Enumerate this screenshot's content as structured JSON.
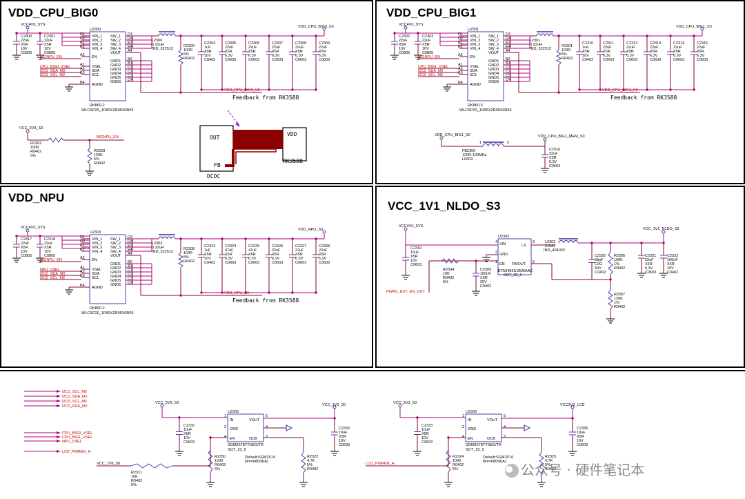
{
  "panels": {
    "big0": {
      "title": "VDD_CPU_BIG0",
      "supply": "VCC4V0_SYS",
      "caps_in": [
        {
          "ref": "C2300",
          "val": "22uF",
          "d": "X5R",
          "v": "10V",
          "p": "C0805"
        },
        {
          "ref": "C2301",
          "val": "22uF",
          "d": "X5R",
          "v": "10V",
          "p": "C0805"
        }
      ],
      "ic": {
        "ref": "U2300",
        "part": "RK860-2",
        "pkg": "WLCSP20_1R65X2R05X0R65"
      },
      "left_pins": [
        "D1",
        "D2",
        "E1",
        "E2",
        "A2",
        "A1",
        "A3",
        "B3",
        "B4"
      ],
      "left_names": [
        "VIN_1",
        "VIN_2",
        "VIN_3",
        "VIN_4",
        "EN",
        "VSEL",
        "SDA",
        "SCL",
        "AGND"
      ],
      "right_names": [
        "SW_1",
        "SW_2",
        "SW_3",
        "SW_4",
        "VOUT",
        "GND1",
        "GND2",
        "GND3",
        "GND4",
        "GND5",
        "GND6"
      ],
      "right_pins": [
        "D3",
        "D4",
        "E3",
        "E4",
        "A4",
        "B2",
        "B1",
        "C1",
        "C2",
        "C3",
        "C4"
      ],
      "inductor": {
        "ref": "L2300",
        "val": "0.22uH",
        "pkg": "IND_322512"
      },
      "output_net": "VDD_CPU_BIG0_S0",
      "resistor": {
        "ref": "R2300",
        "val": "100R",
        "tol": "5%",
        "pkg": "R0402"
      },
      "caps_out": [
        {
          "ref": "C2304",
          "val": "1uF",
          "d": "X5R",
          "v": "10V",
          "p": "C0402"
        },
        {
          "ref": "C2305",
          "val": "22uF",
          "d": "X5R",
          "v": "6.3V",
          "p": "C0603"
        },
        {
          "ref": "C2306",
          "val": "22uF",
          "d": "X5R",
          "v": "6.3V",
          "p": "C0603"
        },
        {
          "ref": "C2307",
          "val": "22uF",
          "d": "X5R",
          "v": "6.3V",
          "p": "C0603"
        },
        {
          "ref": "C2308",
          "val": "22uF",
          "d": "X5R",
          "v": "6.3V",
          "p": "C0603"
        },
        {
          "ref": "C2309",
          "val": "22uF",
          "d": "X5R",
          "v": "6.3V",
          "p": "C0603"
        }
      ],
      "en_net": "BIGNPU_EN",
      "ctl_nets": [
        "CPU_BIG0_VSEL",
        "I2C0_SDA_M2",
        "I2C0_SCL_M2"
      ],
      "fb_net": "VDD_CPU_BIG0_S0",
      "fb_text": "Feedback from RK3588",
      "en_supply": "VCC_3V3_S3",
      "r_en1": {
        "ref": "R2302",
        "val": "100K",
        "pkg": "R0402",
        "tol": "5%"
      },
      "r_en2": {
        "ref": "R2303",
        "val": "120K",
        "tol": "5%",
        "pkg": "R0402"
      },
      "en_net2": "BIGNPU_EN",
      "diagram": {
        "out": "OUT",
        "fb": "FB",
        "vdd": "VDD",
        "rk": "RK3588",
        "dcdc": "DCDC"
      }
    },
    "big1": {
      "title": "VDD_CPU_BIG1",
      "supply": "VCC4V0_SYS",
      "caps_in": [
        {
          "ref": "C2302",
          "val": "22uF",
          "d": "X5R",
          "v": "10V",
          "p": "C0805"
        },
        {
          "ref": "C2303",
          "val": "22uF",
          "d": "X5R",
          "v": "10V",
          "p": "C0805"
        }
      ],
      "ic": {
        "ref": "U2301",
        "part": "RK860-3",
        "pkg": "WLCSP20_1R65X2R05X0R65"
      },
      "left_pins": [
        "D1",
        "D2",
        "E1",
        "E2",
        "A2",
        "A1",
        "A3",
        "B3",
        "B4"
      ],
      "left_names": [
        "VIN_1",
        "VIN_2",
        "VIN_3",
        "VIN_4",
        "EN",
        "VSEL",
        "SDA",
        "SCL",
        "AGND"
      ],
      "right_names": [
        "SW_1",
        "SW_2",
        "SW_3",
        "SW_4",
        "VOUT",
        "GND1",
        "GND2",
        "GND3",
        "GND4",
        "GND5",
        "GND6"
      ],
      "right_pins": [
        "D3",
        "D4",
        "E3",
        "E4",
        "A4",
        "B2",
        "B1",
        "C1",
        "C2",
        "C3",
        "C4"
      ],
      "inductor": {
        "ref": "L2301",
        "val": "0.22uH",
        "pkg": "IND_322512"
      },
      "output_net": "VDD_CPU_BIG1_S0",
      "resistor": {
        "ref": "R2301",
        "val": "100R",
        "tol": "5%",
        "pkg": "R0402"
      },
      "caps_out": [
        {
          "ref": "C2310",
          "val": "1uF",
          "d": "X5R",
          "v": "10V",
          "p": "C0402"
        },
        {
          "ref": "C2311",
          "val": "22uF",
          "d": "X5R",
          "v": "6.3V",
          "p": "C0603"
        },
        {
          "ref": "C2312",
          "val": "22uF",
          "d": "X5R",
          "v": "6.3V",
          "p": "C0603"
        },
        {
          "ref": "C2313",
          "val": "22uF",
          "d": "X5R",
          "v": "6.3V",
          "p": "C0603"
        },
        {
          "ref": "C2314",
          "val": "22uF",
          "d": "X5R",
          "v": "6.3V",
          "p": "C0603"
        },
        {
          "ref": "C2315",
          "val": "22uF",
          "d": "X5R",
          "v": "6.3V",
          "p": "C0603"
        }
      ],
      "en_net": "BIGNPU_EN",
      "ctl_nets": [
        "CPU_BIG1_VSEL",
        "I2C0_SDA_M2",
        "I2C0_SCL_M2"
      ],
      "fb_net": "VDD_CPU_BIG1_S0",
      "fb_text": "Feedback from RK3588",
      "mem": {
        "in": "VDD_CPU_BIG1_S0",
        "out": "VDD_CPU_BIG1_MEM_S0",
        "fb_ref": "FB2300",
        "fb_val": "120R-100MHz",
        "fb_pkg": "L0603",
        "cap": {
          "ref": "C2316",
          "val": "22uF",
          "d": "X5R",
          "v": "6.3V",
          "p": "C0603"
        }
      }
    },
    "npu": {
      "title": "VDD_NPU",
      "supply": "VCC4V0_SYS",
      "caps_in": [
        {
          "ref": "C2317",
          "val": "22uF",
          "d": "X5R",
          "v": "10V",
          "p": "C0805"
        },
        {
          "ref": "C2318",
          "val": "22uF",
          "d": "X5R",
          "v": "10V",
          "p": "C0805"
        }
      ],
      "ic": {
        "ref": "U2303",
        "part": "RK860-2",
        "pkg": "WLCSP20_1R65X2R05X0R65"
      },
      "left_pins": [
        "D1",
        "D2",
        "E1",
        "E2",
        "A2",
        "A1",
        "A3",
        "B3",
        "B4"
      ],
      "left_names": [
        "VIN_1",
        "VIN_2",
        "VIN_3",
        "VIN_4",
        "EN",
        "VSEL",
        "SDA",
        "SCL",
        "AGND"
      ],
      "right_names": [
        "SW_1",
        "SW_2",
        "SW_3",
        "SW_4",
        "VOUT",
        "GND1",
        "GND2",
        "GND3",
        "GND4",
        "GND5",
        "GND6"
      ],
      "right_pins": [
        "D3",
        "D4",
        "E3",
        "E4",
        "A4",
        "B2",
        "B1",
        "C1",
        "C2",
        "C3",
        "C4"
      ],
      "inductor": {
        "ref": "L2303",
        "val": "0.22uH",
        "pkg": "IND_322512"
      },
      "output_net": "VDD_NPU_S0",
      "resistor": {
        "ref": "R2308",
        "val": "100R",
        "tol": "5%",
        "pkg": "R0402"
      },
      "caps_out": [
        {
          "ref": "C2323",
          "val": "1uF",
          "d": "X5R",
          "v": "10V",
          "p": "C0402"
        },
        {
          "ref": "C2324",
          "val": "47uF",
          "d": "X5R",
          "v": "6.3V",
          "p": "C0603"
        },
        {
          "ref": "C2325",
          "val": "47uF",
          "d": "X5R",
          "v": "6.3V",
          "p": "C0603"
        },
        {
          "ref": "C2326",
          "val": "22uF",
          "d": "X5R",
          "v": "6.3V",
          "p": "C0603"
        },
        {
          "ref": "C2327",
          "val": "22uF",
          "d": "X5R",
          "v": "6.3V",
          "p": "C0603"
        },
        {
          "ref": "C2328",
          "val": "22uF",
          "d": "X5R",
          "v": "6.3V",
          "p": "C0603"
        }
      ],
      "en_net": "BIGNPU_EN",
      "ctl_nets": [
        "NPU_VSEL",
        "I2C0_SDA_M2",
        "I2C0_SCL_M2"
      ],
      "fb_net": "VDD_NPU_S0",
      "fb_text": "Feedback from RK3588"
    },
    "nldo": {
      "title": "VCC_1V1_NLDO_S3",
      "supply": "VCC4V0_SYS",
      "cap_in": {
        "ref": "C2319",
        "val": "10uF",
        "d": "X5R",
        "v": "10V",
        "p": "C0603"
      },
      "ic": {
        "ref": "U2302",
        "part": "ETA3485S1B06AAC",
        "pkg": "SOT_23_5"
      },
      "pins": {
        "vin": "VIN",
        "gnd": "GND",
        "en": "EN",
        "lx": "LX",
        "fb": "FB/OUT",
        "n1": "1",
        "n2": "2",
        "n3": "3",
        "n4": "4",
        "n5": "5"
      },
      "r_en": {
        "ref": "R2304",
        "val": "10K",
        "pkg": "R0402",
        "tol": "5%"
      },
      "en_net": "PWRC_EXT_EN_OUT",
      "cap_en": {
        "ref": "C2309",
        "val": "100nF",
        "d": "X5R",
        "v": "25V",
        "p": "C0402"
      },
      "inductor": {
        "ref": "L2302",
        "val": "2.2uH",
        "pkg": "IND_404026"
      },
      "output_net": "VCC_1V1_NLDO_S3",
      "c2320": {
        "ref": "C2320",
        "val": "68pF",
        "d": "C0G",
        "v": "50V",
        "p": "C0402"
      },
      "r2305": {
        "ref": "R2305",
        "val": "100K",
        "tol": "1%",
        "pkg": "R0402"
      },
      "r2307": {
        "ref": "R2307",
        "val": "120K",
        "tol": "1%",
        "pkg": "R0402"
      },
      "c2321": {
        "ref": "C2321",
        "val": "22uF",
        "d": "X5R",
        "v": "6.3V",
        "p": "C0603"
      },
      "c2322": {
        "ref": "C2322",
        "val": "100nF",
        "d": "X5R",
        "v": "10V",
        "p": "C0402"
      }
    },
    "bottom": {
      "i2c_nets": [
        "I2C1_SCL_M2",
        "I2C1_SDA_M2",
        "I2C0_SCL_M2",
        "I2C0_SDA_M2"
      ],
      "vsel_nets": [
        "CPU_BIG0_VSEL",
        "CPU_BIG1_VSEL",
        "NPU_VSEL"
      ],
      "lcd_pwren_net": "LCD_PWREN_H",
      "sw1": {
        "supply": "VCC_3V3_S3",
        "ic_ref": "U2305",
        "ic_part": "SGM2578YTN5G/TR",
        "ic_pkg": "SOT_23_5",
        "pins": {
          "in": "IN",
          "gnd": "GND",
          "en": "EN",
          "vout": "VOUT",
          "ocb": "OCB",
          "n1": "1",
          "n2": "2",
          "n3": "3",
          "n4": "4",
          "n5": "5"
        },
        "cin": {
          "ref": "C2330",
          "val": "10uF",
          "d": "X5R",
          "v": "10V",
          "p": "C0603"
        },
        "en_net": "VCC_1V8_S0",
        "r_en": {
          "ref": "R2311",
          "val": "10K",
          "pkg": "R0402",
          "tol": "5%"
        },
        "r_set": {
          "ref": "R2350",
          "val": "100K",
          "pkg": "R0402",
          "tol": "5%"
        },
        "r_ocb": {
          "ref": "R2322",
          "val": "4.7K",
          "tol": "5%",
          "pkg": "R0402"
        },
        "output_net": "VCC_3V3_S0",
        "cout": {
          "ref": "C2332",
          "val": "10uF",
          "d": "X5R",
          "v": "10V",
          "p": "C0603"
        },
        "note1": "Default:SGM2574",
        "note2": "Ilim=680/R(A)"
      },
      "sw2": {
        "supply": "VCC_3V3_S3",
        "ic_ref": "U2306",
        "ic_part": "SGM2578YTN5G/TR",
        "ic_pkg": "SOT_23_5",
        "pins": {
          "in": "IN",
          "gnd": "GND",
          "en": "EN",
          "vout": "VOUT",
          "ocb": "OCB",
          "n1": "1",
          "n2": "2",
          "n3": "3",
          "n4": "4",
          "n5": "5"
        },
        "cin": {
          "ref": "C2333",
          "val": "10uF",
          "d": "X5R",
          "v": "10V",
          "p": "C0603"
        },
        "en_net": "LCD_PWREN_H",
        "r_set": {
          "ref": "R2324",
          "val": "100K",
          "pkg": "R0402",
          "tol": "5%"
        },
        "r_ocb": {
          "ref": "R2323",
          "val": "4.7K",
          "tol": "5%",
          "pkg": "R0402"
        },
        "output_net": "VCC3V3_LCD",
        "cout": {
          "ref": "C2335",
          "val": "10uF",
          "d": "X5R",
          "v": "10V",
          "p": "C0603"
        },
        "note1": "Default:SGM2574",
        "note2": "Ilim=680/R(A)"
      }
    }
  },
  "watermark": "公众号 · 硬件笔记本"
}
